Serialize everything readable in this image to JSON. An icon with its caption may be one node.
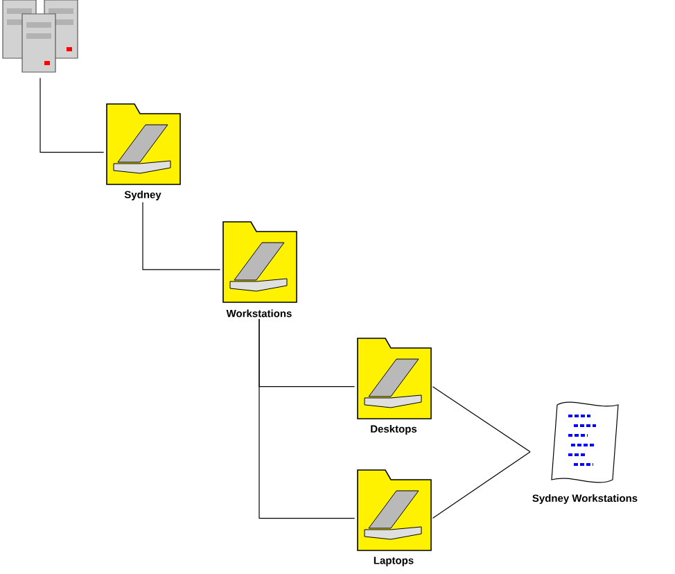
{
  "diagram": {
    "nodes": [
      {
        "text": [],
        "shape": "picture"
      },
      {
        "text": [
          "Sydney"
        ]
      },
      {
        "text": [
          "Workstations"
        ]
      },
      {
        "text": [
          "Desktops"
        ]
      },
      {
        "text": [
          "Laptops"
        ]
      },
      {
        "text": [
          "Sydney Workstations"
        ]
      }
    ],
    "edges": [
      {
        "from": 0,
        "to": 1,
        "arrow": "none"
      },
      {
        "from": 1,
        "to": 2,
        "arrow": "none"
      },
      {
        "from": 2,
        "to": 3,
        "arrow": "none"
      },
      {
        "from": 2,
        "to": 4,
        "arrow": "none"
      },
      {
        "from": 3,
        "to": 5,
        "arrow": "none"
      },
      {
        "from": 4,
        "to": 5,
        "arrow": "none"
      }
    ]
  }
}
